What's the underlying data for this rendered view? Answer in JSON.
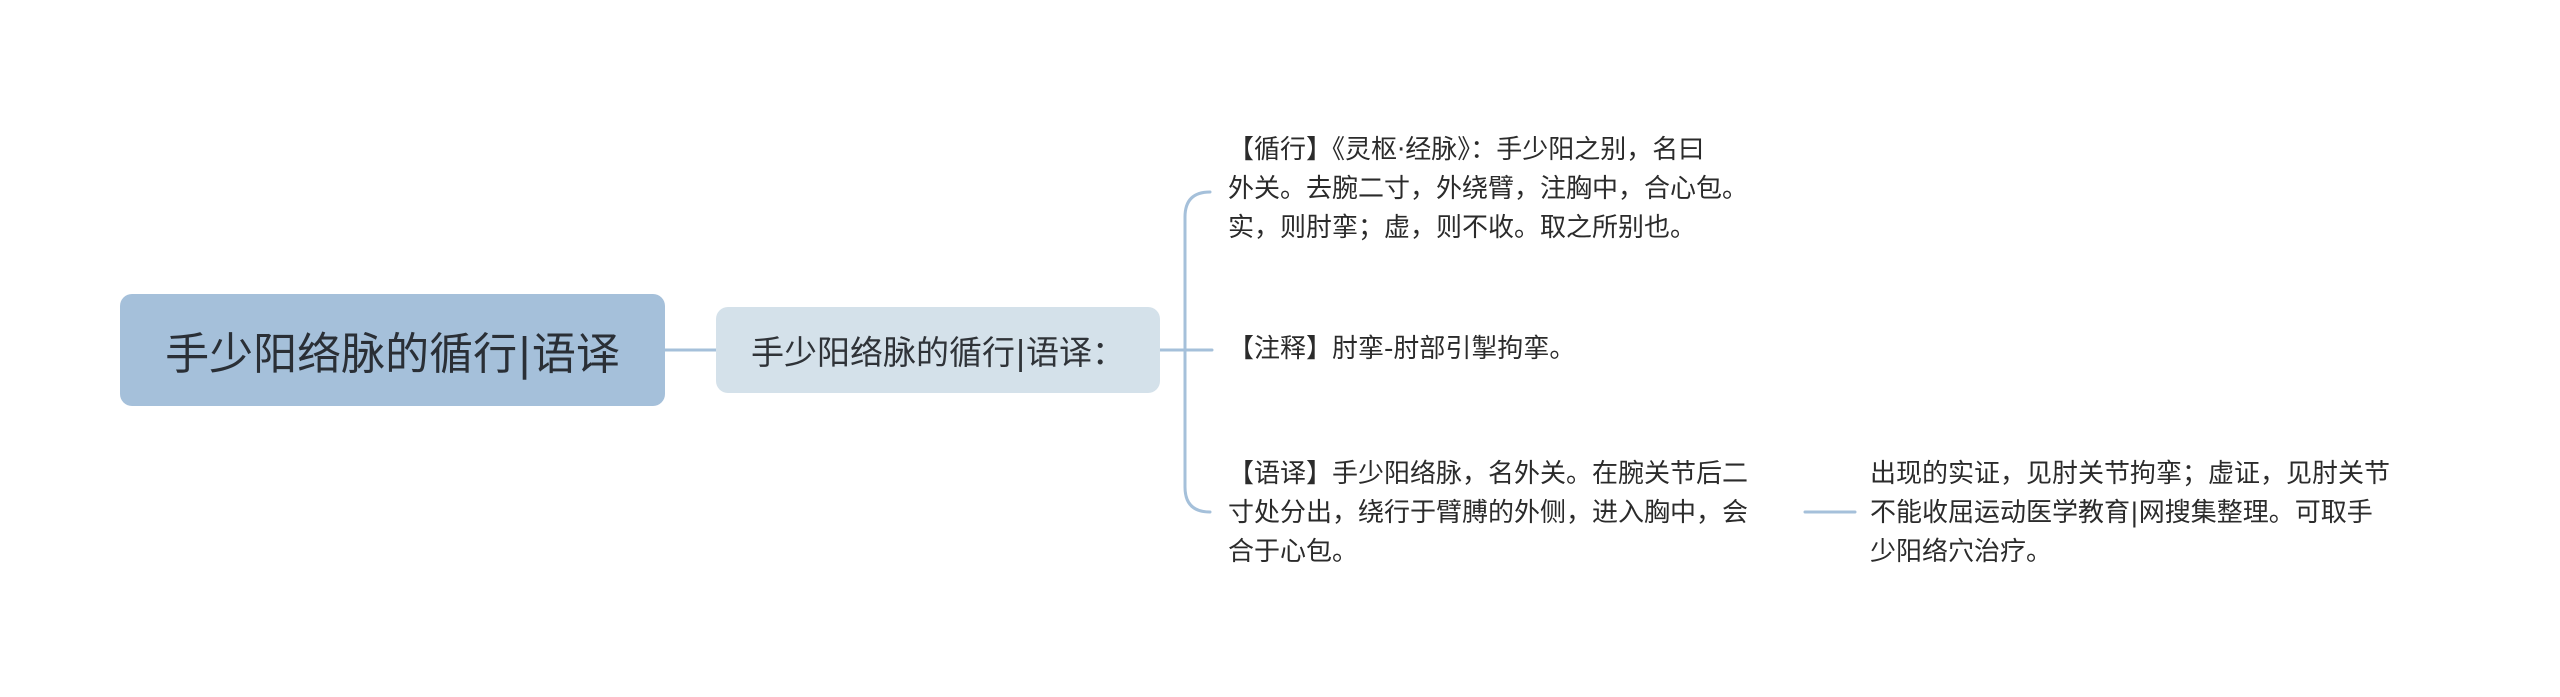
{
  "colors": {
    "root_bg": "#a5c0da",
    "sub_bg": "#d4e1ea",
    "connector": "#a5c0da",
    "text": "#2b2b2b"
  },
  "root": {
    "label": "手少阳络脉的循行|语译"
  },
  "subtopic": {
    "label": "手少阳络脉的循行|语译："
  },
  "leaves": [
    {
      "lines": [
        "【循行】《灵枢·经脉》：手少阳之别，名曰",
        "外关。去腕二寸，外绕臂，注胸中，合心包。",
        "实，则肘挛；虚，则不收。取之所别也。"
      ]
    },
    {
      "lines": [
        "【注释】肘挛-肘部引掣拘挛。"
      ]
    },
    {
      "lines": [
        "【语译】手少阳络脉，名外关。在腕关节后二",
        "寸处分出，绕行于臂膊的外侧，进入胸中，会",
        "合于心包。"
      ],
      "child": {
        "lines": [
          "出现的实证，见肘关节拘挛；虚证，见肘关节",
          "不能收屈运动医学教育|网搜集整理。可取手",
          "少阳络穴治疗。"
        ]
      }
    }
  ]
}
